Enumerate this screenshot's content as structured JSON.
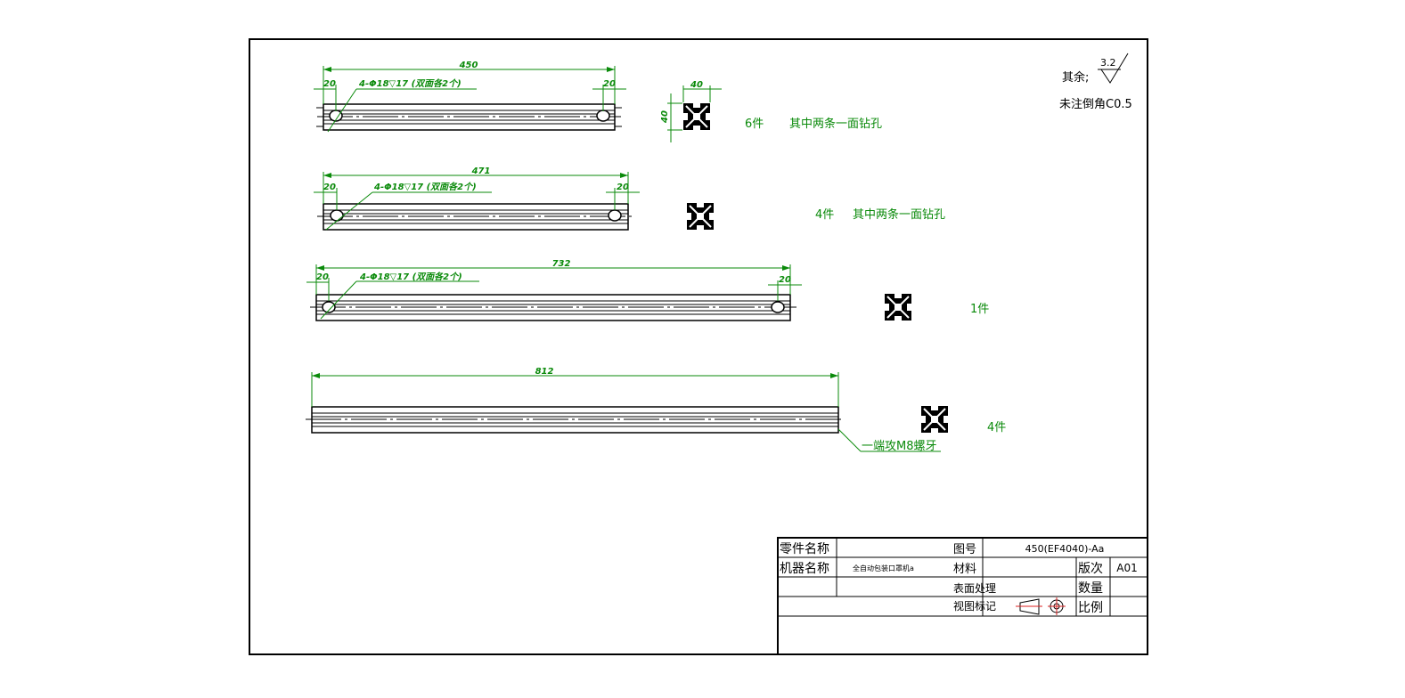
{
  "surface_note": {
    "label": "其余;",
    "roughness": "3.2",
    "chamfer": "未注倒角C0.5"
  },
  "parts": [
    {
      "length_dim": "450",
      "left_end_dim": "20",
      "right_end_dim": "20",
      "hole_note": "4-Φ18▽17 (双面各2个)",
      "quantity_label": "6件",
      "remark": "其中两条一面钻孔",
      "section_dim_w": "40",
      "section_dim_h": "40"
    },
    {
      "length_dim": "471",
      "left_end_dim": "20",
      "right_end_dim": "20",
      "hole_note": "4-Φ18▽17 (双面各2个)",
      "quantity_label": "4件",
      "remark": "其中两条一面钻孔"
    },
    {
      "length_dim": "732",
      "left_end_dim": "20",
      "right_end_dim": "20",
      "hole_note": "4-Φ18▽17 (双面各2个)",
      "quantity_label": "1件",
      "remark": ""
    },
    {
      "length_dim": "812",
      "quantity_label": "4件",
      "end_note": "一端攻M8螺牙"
    }
  ],
  "title_block": {
    "part_name_label": "零件名称",
    "part_name_value": "",
    "drawing_no_label": "图号",
    "drawing_no_value": "450(EF4040)-Aa",
    "machine_name_label": "机器名称",
    "machine_name_value": "全自动包装口罩机a",
    "material_label": "材料",
    "material_value": "",
    "version_label": "版次",
    "version_value": "A01",
    "surface_label": "表面处理",
    "quantity_label": "数量",
    "quantity_value": "",
    "view_mark_label": "视图标记",
    "scale_label": "比例",
    "scale_value": ""
  }
}
